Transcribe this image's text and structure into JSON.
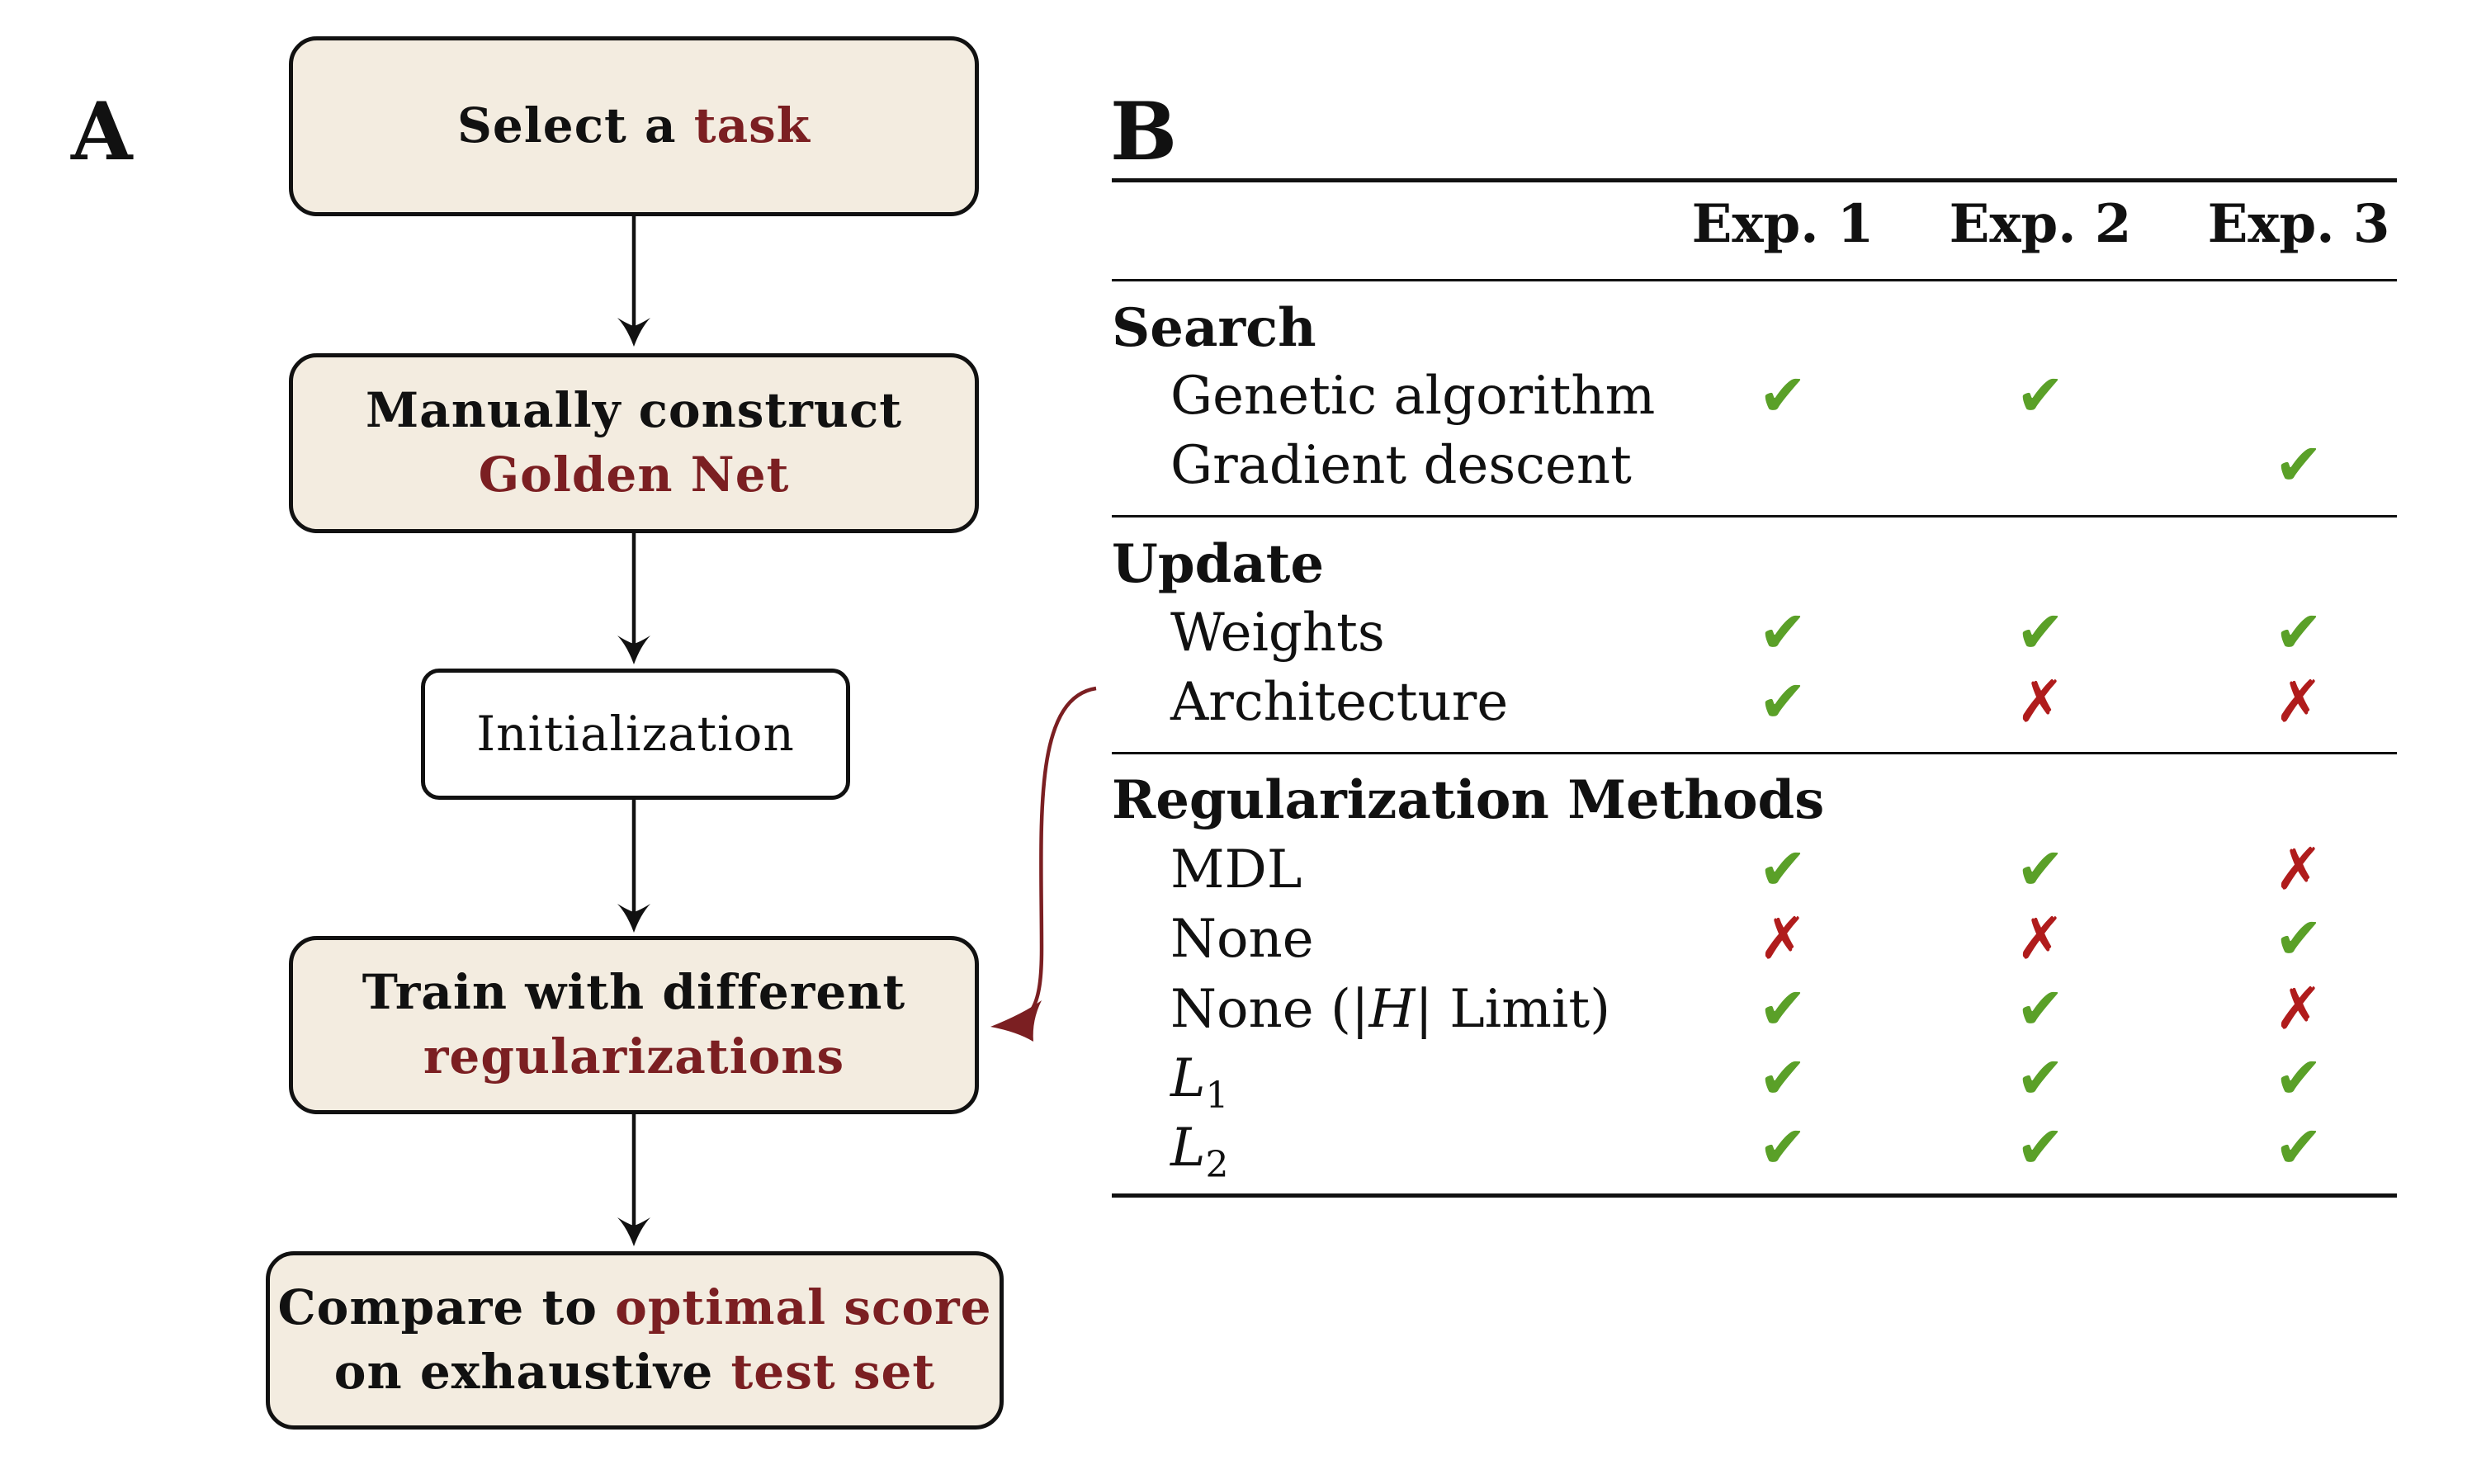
{
  "panel_a": {
    "label": "A",
    "steps": [
      {
        "line1_pre": "Select a ",
        "line1_hl": "task"
      },
      {
        "line1": "Manually construct",
        "line2_hl": "Golden Net"
      },
      {
        "line1": "Initialization"
      },
      {
        "line1": "Train with different",
        "line2_hl": "regularizations"
      },
      {
        "line1_pre": "Compare to ",
        "line1_hl": "optimal score",
        "line2_pre": "on exhaustive ",
        "line2_hl": "test set"
      }
    ]
  },
  "panel_b": {
    "label": "B",
    "columns": [
      "Exp. 1",
      "Exp. 2",
      "Exp. 3"
    ],
    "glyph_yes": "✔",
    "glyph_no": "✗",
    "color_yes": "#5aa028",
    "color_no": "#b01c1c",
    "sections": [
      {
        "title": "Search",
        "rows": [
          {
            "label": "Genetic algorithm",
            "marks": [
              "yes",
              "yes",
              ""
            ]
          },
          {
            "label": "Gradient descent",
            "marks": [
              "",
              "",
              "yes"
            ]
          }
        ]
      },
      {
        "title": "Update",
        "rows": [
          {
            "label": "Weights",
            "marks": [
              "yes",
              "yes",
              "yes"
            ]
          },
          {
            "label": "Architecture",
            "marks": [
              "yes",
              "no",
              "no"
            ]
          }
        ]
      },
      {
        "title": "Regularization Methods",
        "rows": [
          {
            "label": "MDL",
            "marks": [
              "yes",
              "yes",
              "no"
            ]
          },
          {
            "label": "None",
            "marks": [
              "no",
              "no",
              "yes"
            ]
          },
          {
            "label_pre": "None (|",
            "label_var": "H",
            "label_post": "| Limit)",
            "marks": [
              "yes",
              "yes",
              "no"
            ]
          },
          {
            "label_var": "L",
            "label_sub": "1",
            "marks": [
              "yes",
              "yes",
              "yes"
            ]
          },
          {
            "label_var": "L",
            "label_sub": "2",
            "marks": [
              "yes",
              "yes",
              "yes"
            ]
          }
        ]
      }
    ]
  }
}
